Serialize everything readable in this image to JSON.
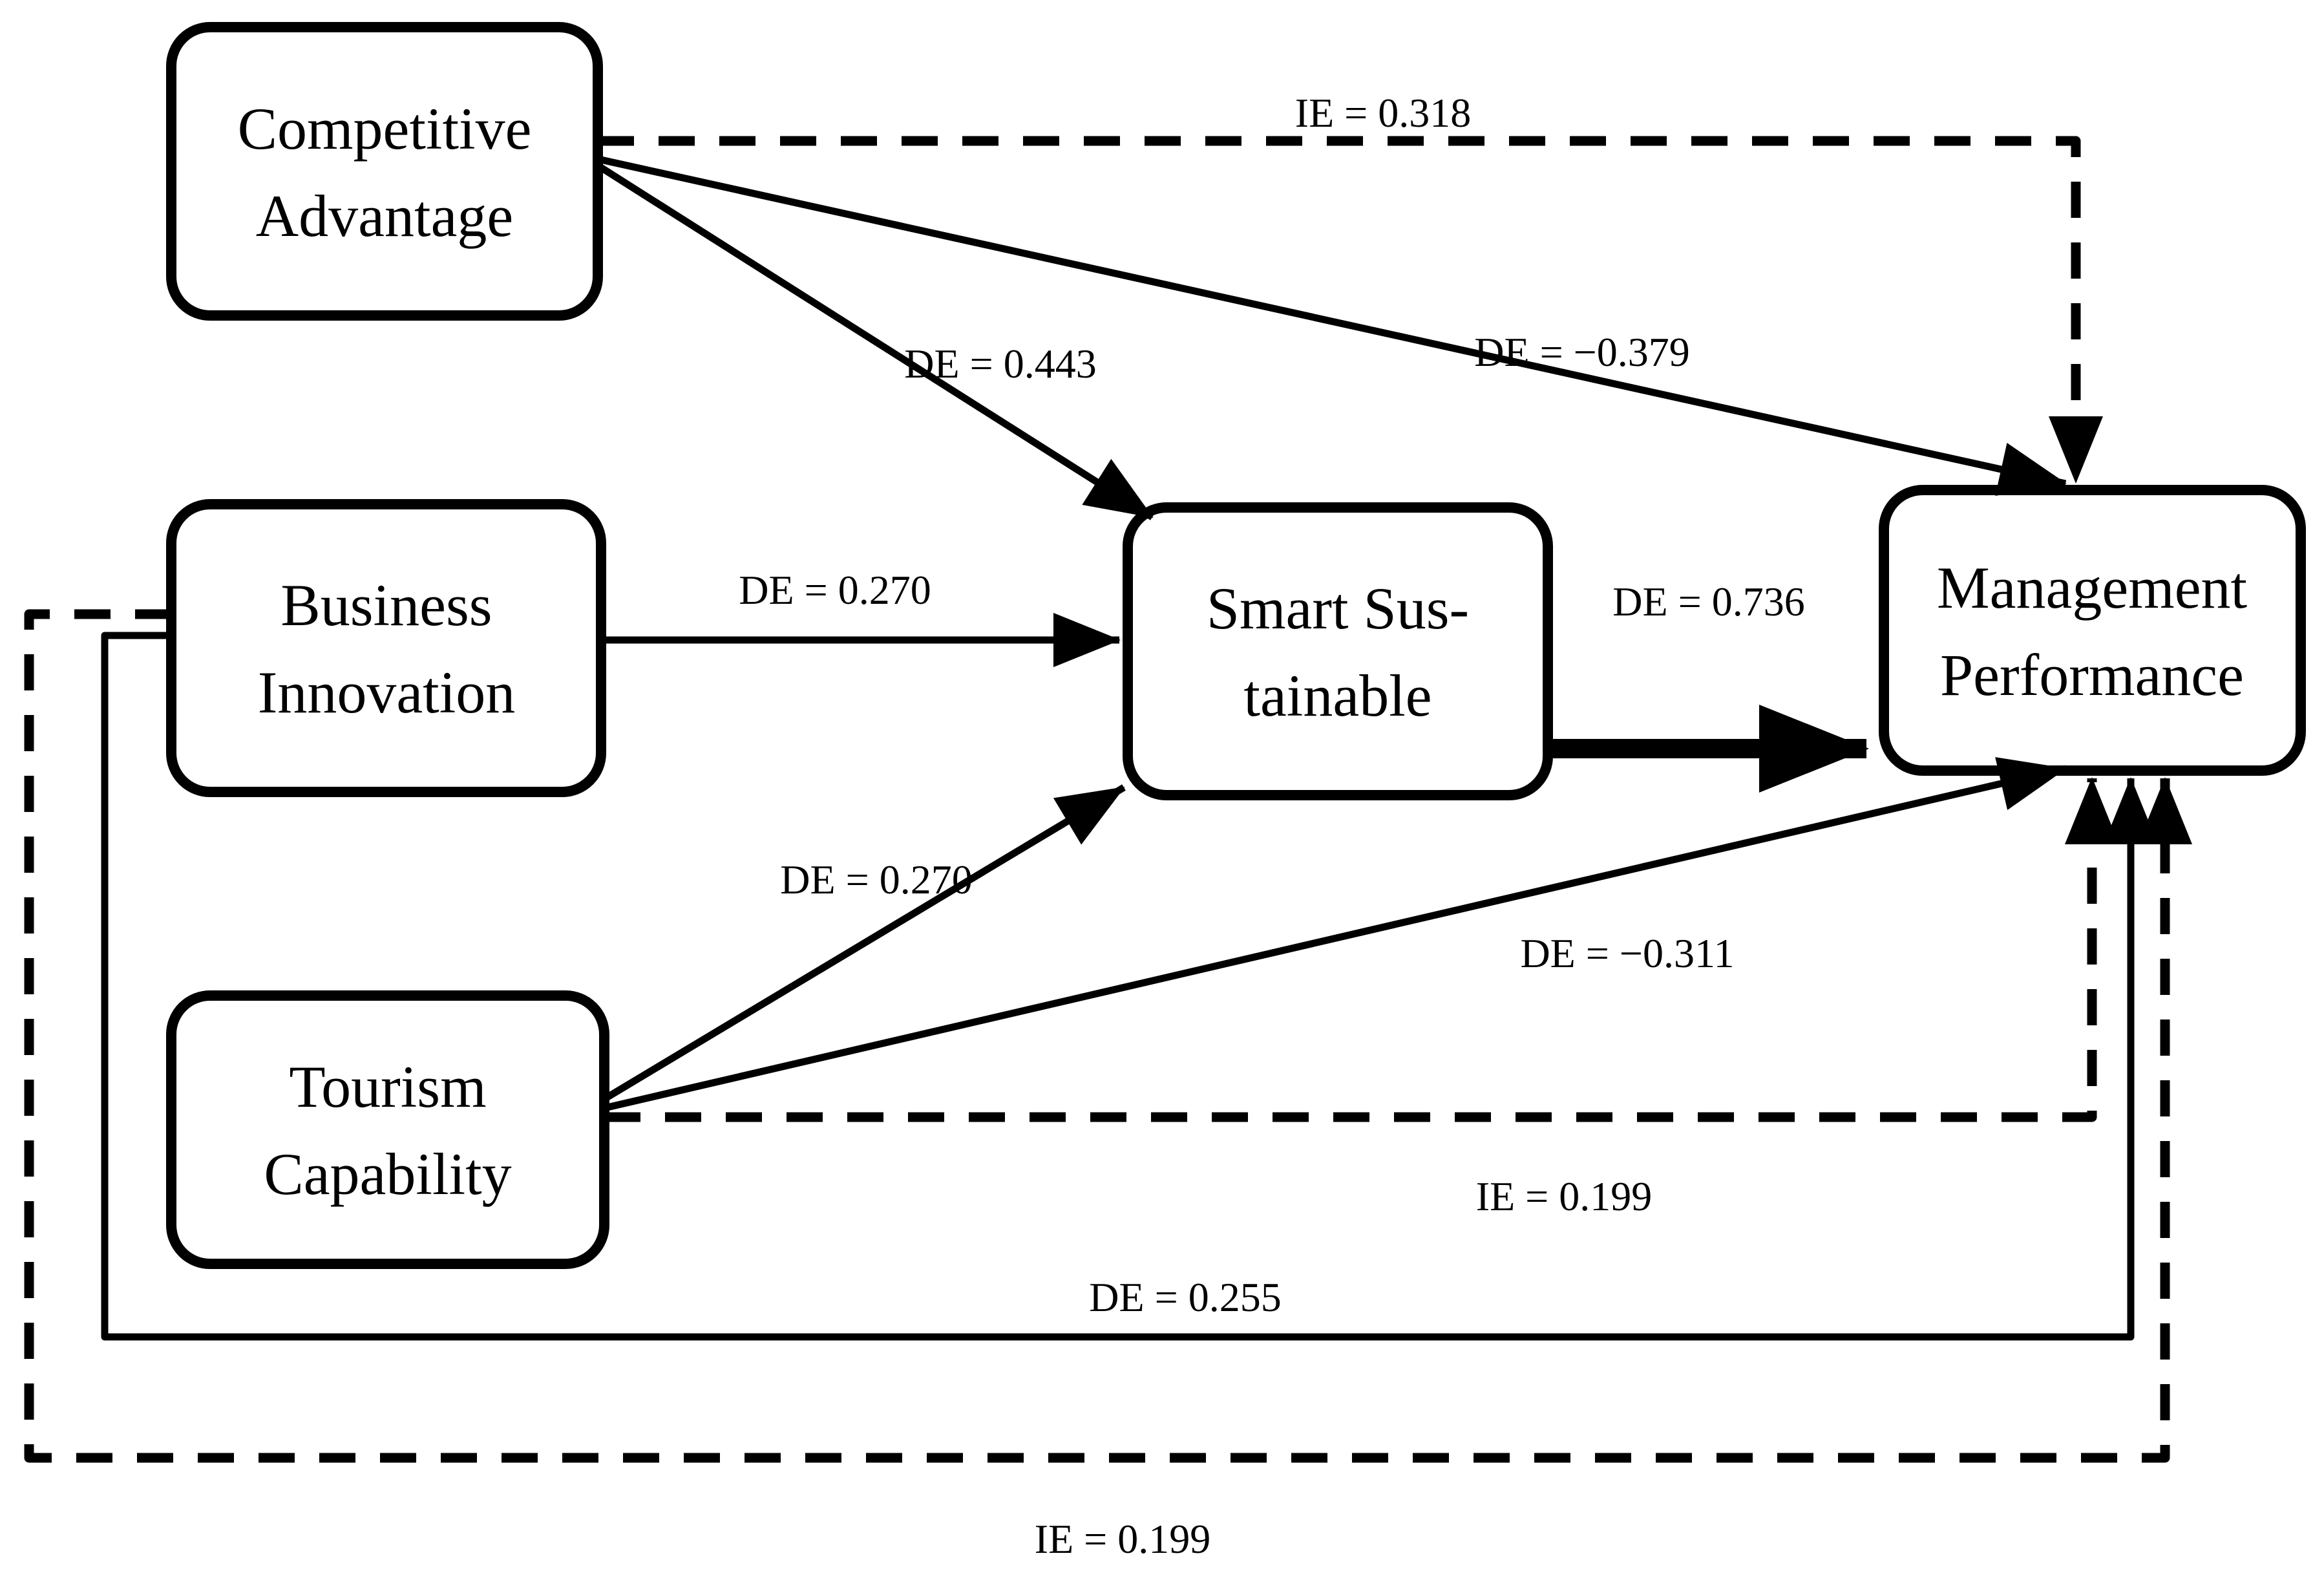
{
  "diagram": {
    "type": "path-model",
    "colors": {
      "ink": "#000000",
      "background": "#ffffff"
    },
    "nodes": [
      {
        "id": "competitive-advantage",
        "line1": "Competitive",
        "line2": "Advantage"
      },
      {
        "id": "business-innovation",
        "line1": "Business",
        "line2": "Innovation"
      },
      {
        "id": "tourism-capability",
        "line1": "Tourism",
        "line2": "Capability"
      },
      {
        "id": "smart-sustainable",
        "line1": "Smart Sus-",
        "line2": "tainable"
      },
      {
        "id": "management-performance",
        "line1": "Management",
        "line2": "Performance"
      }
    ],
    "edges": [
      {
        "from": "competitive-advantage",
        "to": "smart-sustainable",
        "label": "DE = 0.443",
        "effect": "direct",
        "style": "solid"
      },
      {
        "from": "competitive-advantage",
        "to": "management-performance",
        "label": "DE = −0.379",
        "effect": "direct",
        "style": "solid"
      },
      {
        "from": "competitive-advantage",
        "to": "management-performance",
        "label": "IE = 0.318",
        "effect": "indirect",
        "style": "dashed"
      },
      {
        "from": "business-innovation",
        "to": "smart-sustainable",
        "label": "DE = 0.270",
        "effect": "direct",
        "style": "solid"
      },
      {
        "from": "business-innovation",
        "to": "management-performance",
        "label": "DE = 0.255",
        "effect": "direct",
        "style": "solid"
      },
      {
        "from": "business-innovation",
        "to": "management-performance",
        "label": "IE = 0.199",
        "effect": "indirect",
        "style": "dashed"
      },
      {
        "from": "tourism-capability",
        "to": "smart-sustainable",
        "label": "DE = 0.270",
        "effect": "direct",
        "style": "solid"
      },
      {
        "from": "tourism-capability",
        "to": "management-performance",
        "label": "DE = −0.311",
        "effect": "direct",
        "style": "solid"
      },
      {
        "from": "tourism-capability",
        "to": "management-performance",
        "label": "IE = 0.199",
        "effect": "indirect",
        "style": "dashed"
      },
      {
        "from": "smart-sustainable",
        "to": "management-performance",
        "label": "DE = 0.736",
        "effect": "direct",
        "style": "solid-thick"
      }
    ]
  }
}
